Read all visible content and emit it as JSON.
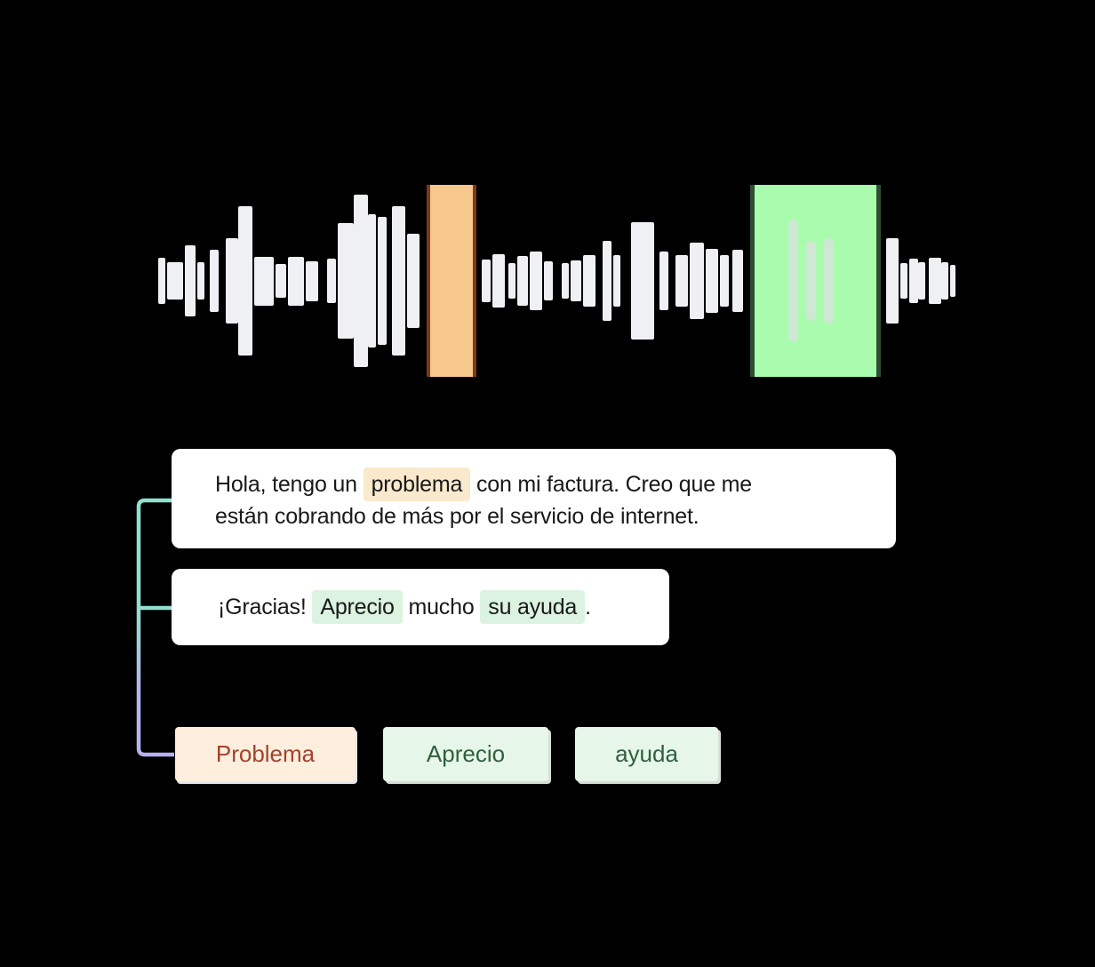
{
  "colors": {
    "bg": "#000000",
    "bar": "#eef0f4",
    "orange_fill": "#f7c88b",
    "orange_border": "#7b3a1e",
    "green_fill": "#a9fcae",
    "green_border": "#2f4c32",
    "green_inner": "#cfe8d4",
    "bubble_bg": "#ffffff",
    "text": "#191919",
    "hl_orange": "#f9e9cd",
    "hl_green": "#dcf3e1",
    "tag_problem_bg": "#fdeedd",
    "tag_problem_text": "#a2432b",
    "tag_positive_bg": "#e6f6e8",
    "tag_positive_text": "#2f5f3e",
    "connector_teal": "#8de1cd",
    "connector_teal2": "#92e0d2",
    "connector_lavender": "#b0b7ef",
    "connector_lavender2": "#b6b1f4"
  },
  "waveform": {
    "bars_before": [
      [
        8,
        52,
        0
      ],
      [
        18,
        42,
        2
      ],
      [
        12,
        80,
        2
      ],
      [
        8,
        42,
        2
      ],
      [
        10,
        70,
        6
      ],
      [
        14,
        96,
        8
      ],
      [
        16,
        168,
        0
      ],
      [
        22,
        55,
        2
      ],
      [
        12,
        38,
        2
      ],
      [
        18,
        55,
        2
      ],
      [
        14,
        45,
        2
      ],
      [
        10,
        50,
        10
      ],
      [
        18,
        130,
        2
      ],
      [
        16,
        194,
        0
      ],
      [
        9,
        150,
        0
      ],
      [
        10,
        144,
        2
      ],
      [
        15,
        168,
        6
      ],
      [
        14,
        106,
        2
      ]
    ],
    "bars_between": [
      [
        10,
        48,
        6
      ],
      [
        14,
        60,
        2
      ],
      [
        8,
        40,
        4
      ],
      [
        12,
        56,
        2
      ],
      [
        14,
        66,
        2
      ],
      [
        10,
        44,
        2
      ],
      [
        8,
        40,
        10
      ],
      [
        12,
        46,
        2
      ],
      [
        14,
        58,
        2
      ],
      [
        10,
        90,
        8
      ],
      [
        8,
        58,
        2
      ],
      [
        26,
        132,
        12
      ],
      [
        10,
        66,
        6
      ],
      [
        14,
        58,
        8
      ],
      [
        16,
        86,
        2
      ],
      [
        14,
        72,
        2
      ],
      [
        10,
        58,
        2
      ],
      [
        12,
        70,
        4
      ]
    ],
    "bars_after": [
      [
        14,
        96,
        6
      ],
      [
        8,
        40,
        2
      ],
      [
        10,
        50,
        2
      ],
      [
        8,
        42,
        0
      ],
      [
        14,
        52,
        4
      ],
      [
        8,
        42,
        0
      ],
      [
        6,
        36,
        2
      ]
    ],
    "green_inner_bars": [
      [
        11,
        138
      ],
      [
        11,
        90
      ],
      [
        11,
        96
      ]
    ],
    "segments": [
      {
        "name": "problem-segment",
        "color_role": "orange"
      },
      {
        "name": "gratitude-segment",
        "color_role": "green"
      }
    ]
  },
  "transcript": {
    "bubble1": {
      "pre": "Hola, tengo un ",
      "highlight": "problema",
      "post": " con mi factura. Creo que me",
      "line2": "están cobrando de más por el servicio de internet."
    },
    "bubble2": {
      "pre": "¡Gracias! ",
      "highlight1": "Aprecio",
      "mid": " mucho ",
      "highlight2": "su ayuda",
      "end": "."
    }
  },
  "tags": [
    {
      "label": "Problema",
      "type": "problem"
    },
    {
      "label": "Aprecio",
      "type": "positive"
    },
    {
      "label": "ayuda",
      "type": "positive"
    }
  ]
}
